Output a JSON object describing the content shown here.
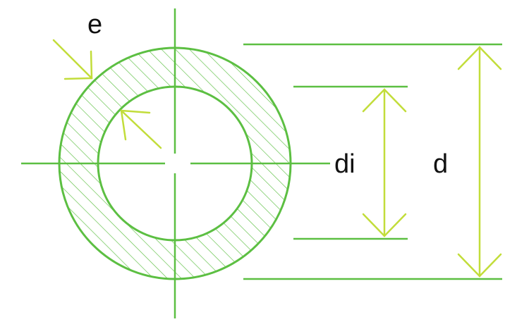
{
  "labels": {
    "wall_thickness": "e",
    "inner_diameter": "di",
    "outer_diameter": "d"
  },
  "colors": {
    "ring": "#5cbf42",
    "hatch": "#5cbf42",
    "centerline": "#5cbf42",
    "extension_lines": "#5cbf42",
    "dimension_arrows": "#c2dd3a",
    "text": "#111111",
    "background": "#ffffff"
  }
}
